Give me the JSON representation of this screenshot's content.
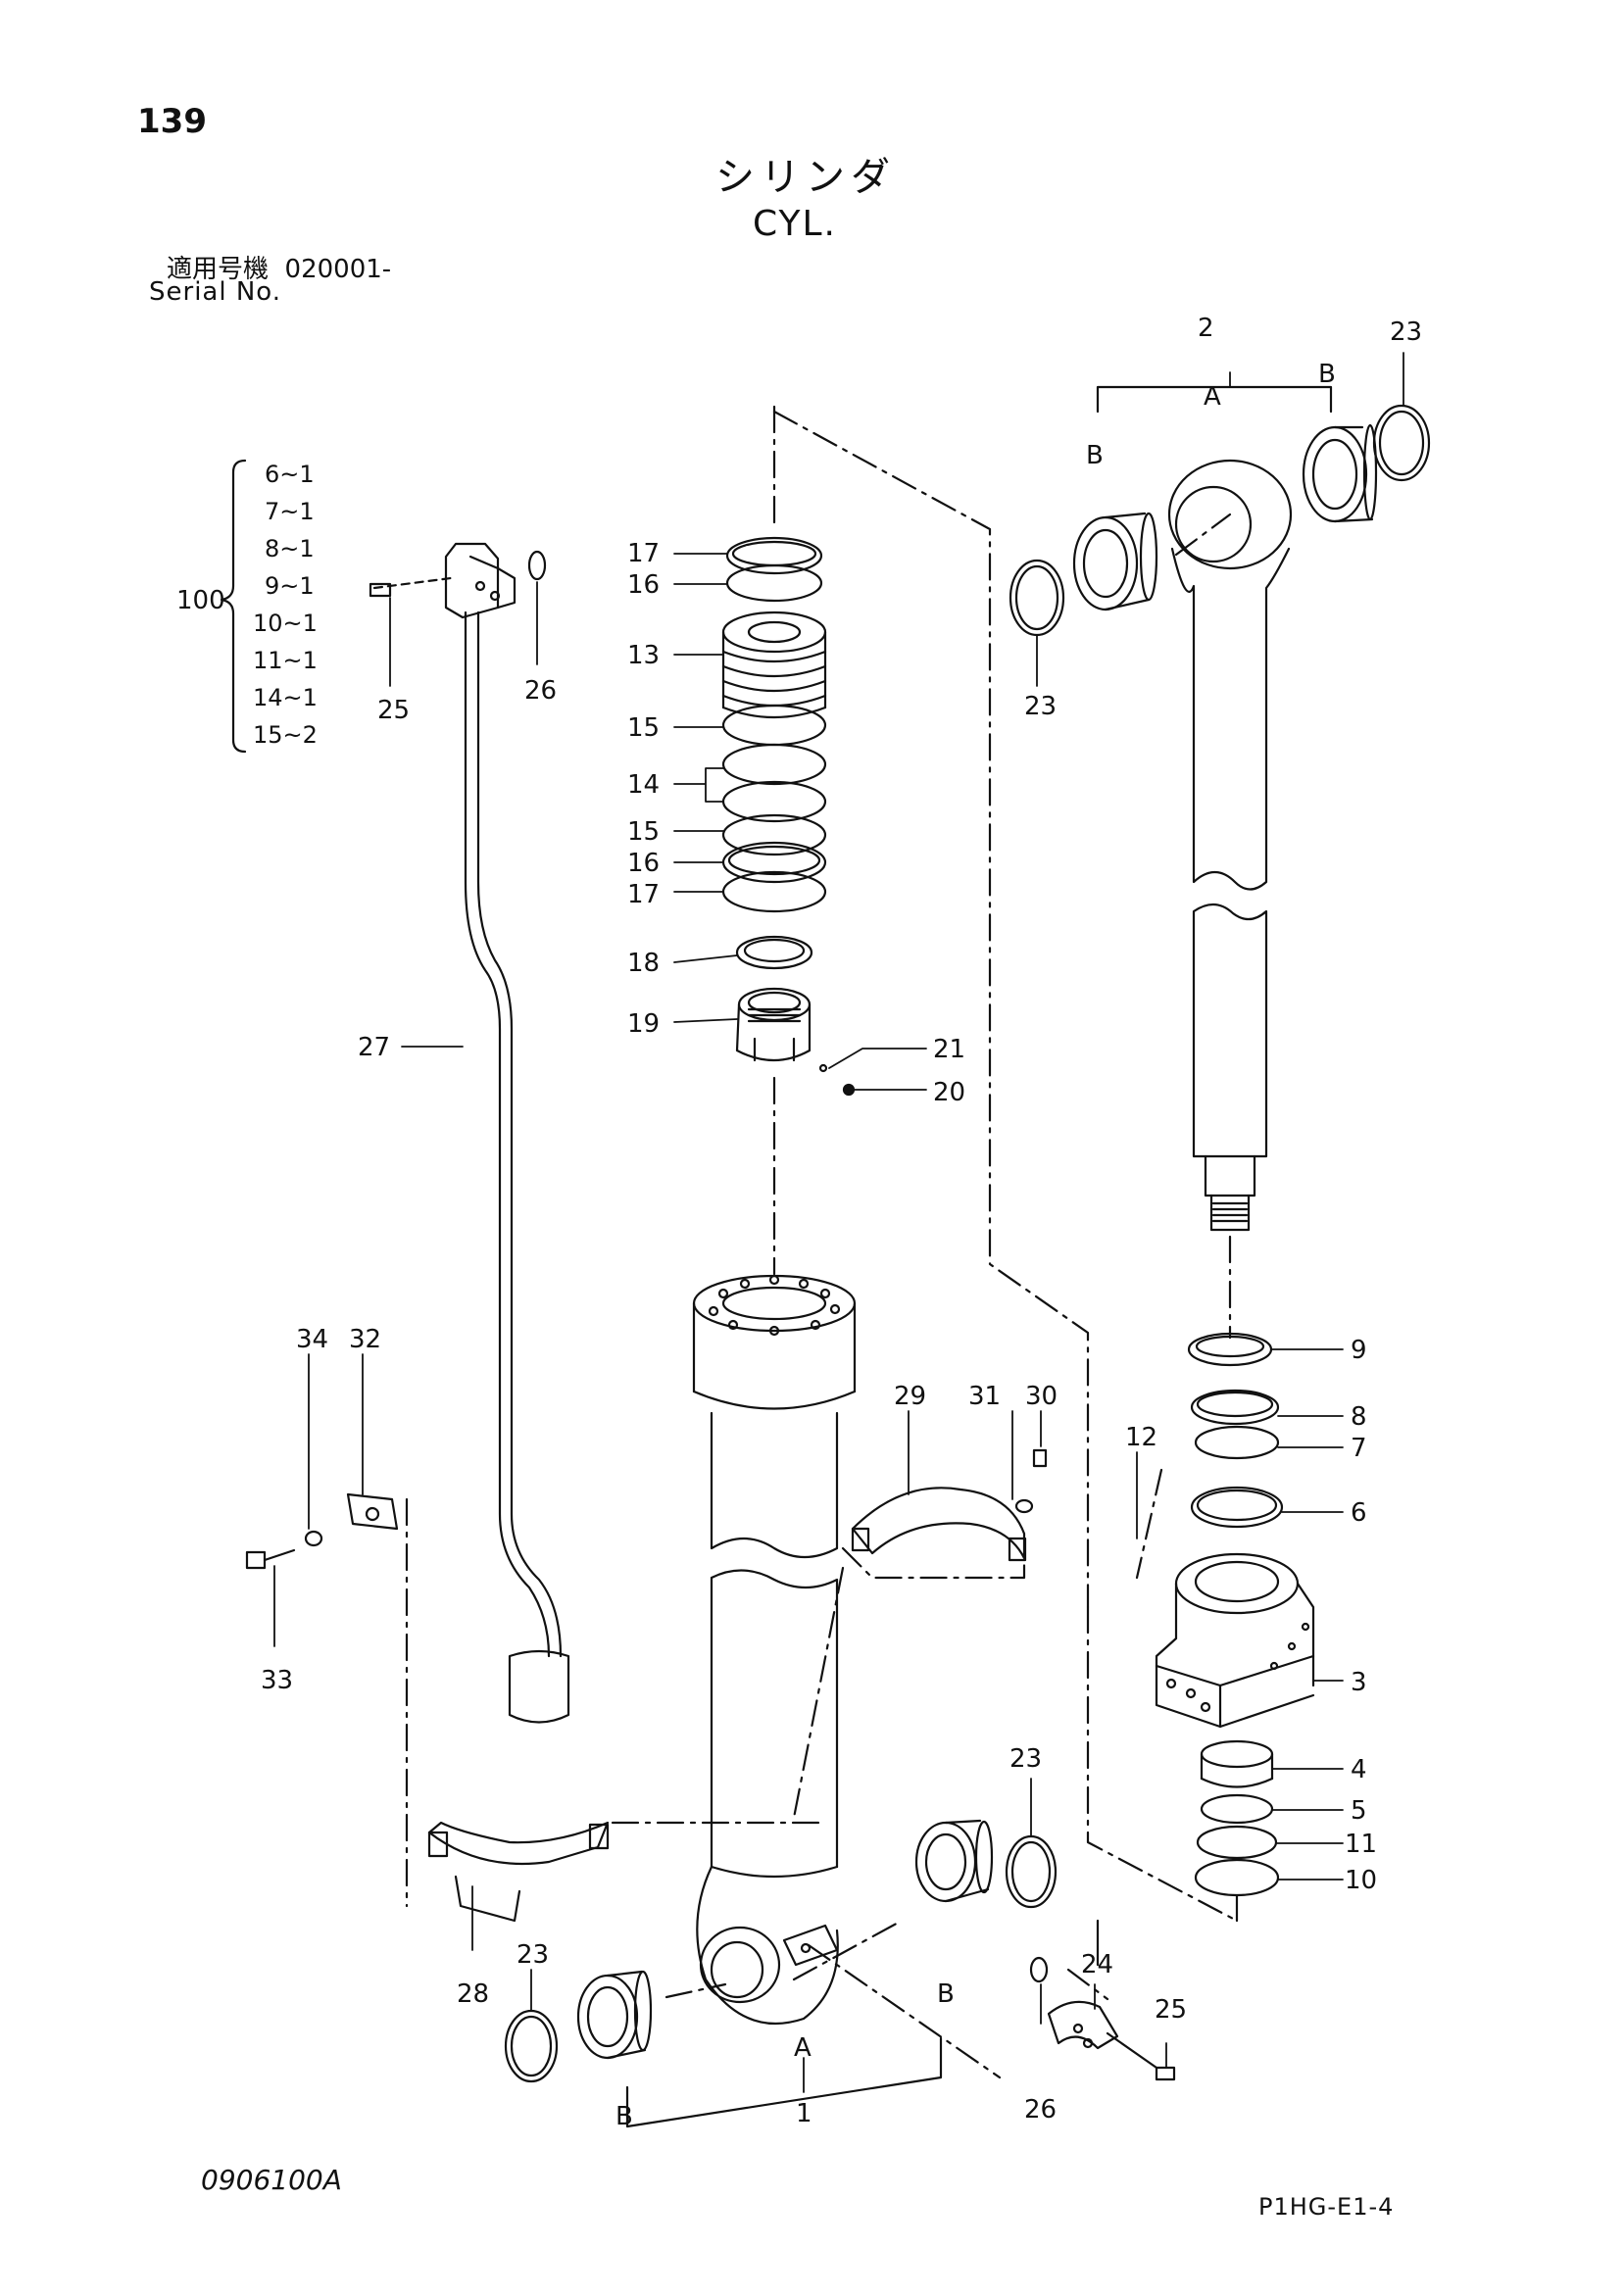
{
  "header": {
    "page_number": "139",
    "title_jp": "シリンダ",
    "title_en": "CYL.",
    "serial_label_jp": "適用号機",
    "serial_value": "020001-",
    "serial_label_en": "Serial No."
  },
  "footer": {
    "drawing_id": "0906100A",
    "catalog_code": "P1HG-E1-4"
  },
  "kit": {
    "number": "100",
    "items": [
      "6~1",
      "7~1",
      "8~1",
      "9~1",
      "10~1",
      "11~1",
      "14~1",
      "15~2"
    ]
  },
  "callouts": {
    "c1": "1",
    "c2": "2",
    "c3": "3",
    "c4": "4",
    "c5": "5",
    "c6": "6",
    "c7": "7",
    "c8": "8",
    "c9": "9",
    "c10": "10",
    "c11": "11",
    "c12": "12",
    "c13": "13",
    "c14": "14",
    "c15": "15",
    "c16": "16",
    "c17": "17",
    "c18": "18",
    "c19": "19",
    "c20": "20",
    "c21": "21",
    "c23": "23",
    "c24": "24",
    "c25": "25",
    "c26": "26",
    "c27": "27",
    "c28": "28",
    "c29": "29",
    "c30": "30",
    "c31": "31",
    "c32": "32",
    "c33": "33",
    "c34": "34",
    "letter_a": "A",
    "letter_b": "B"
  },
  "colors": {
    "ink": "#111111",
    "paper": "#ffffff"
  }
}
